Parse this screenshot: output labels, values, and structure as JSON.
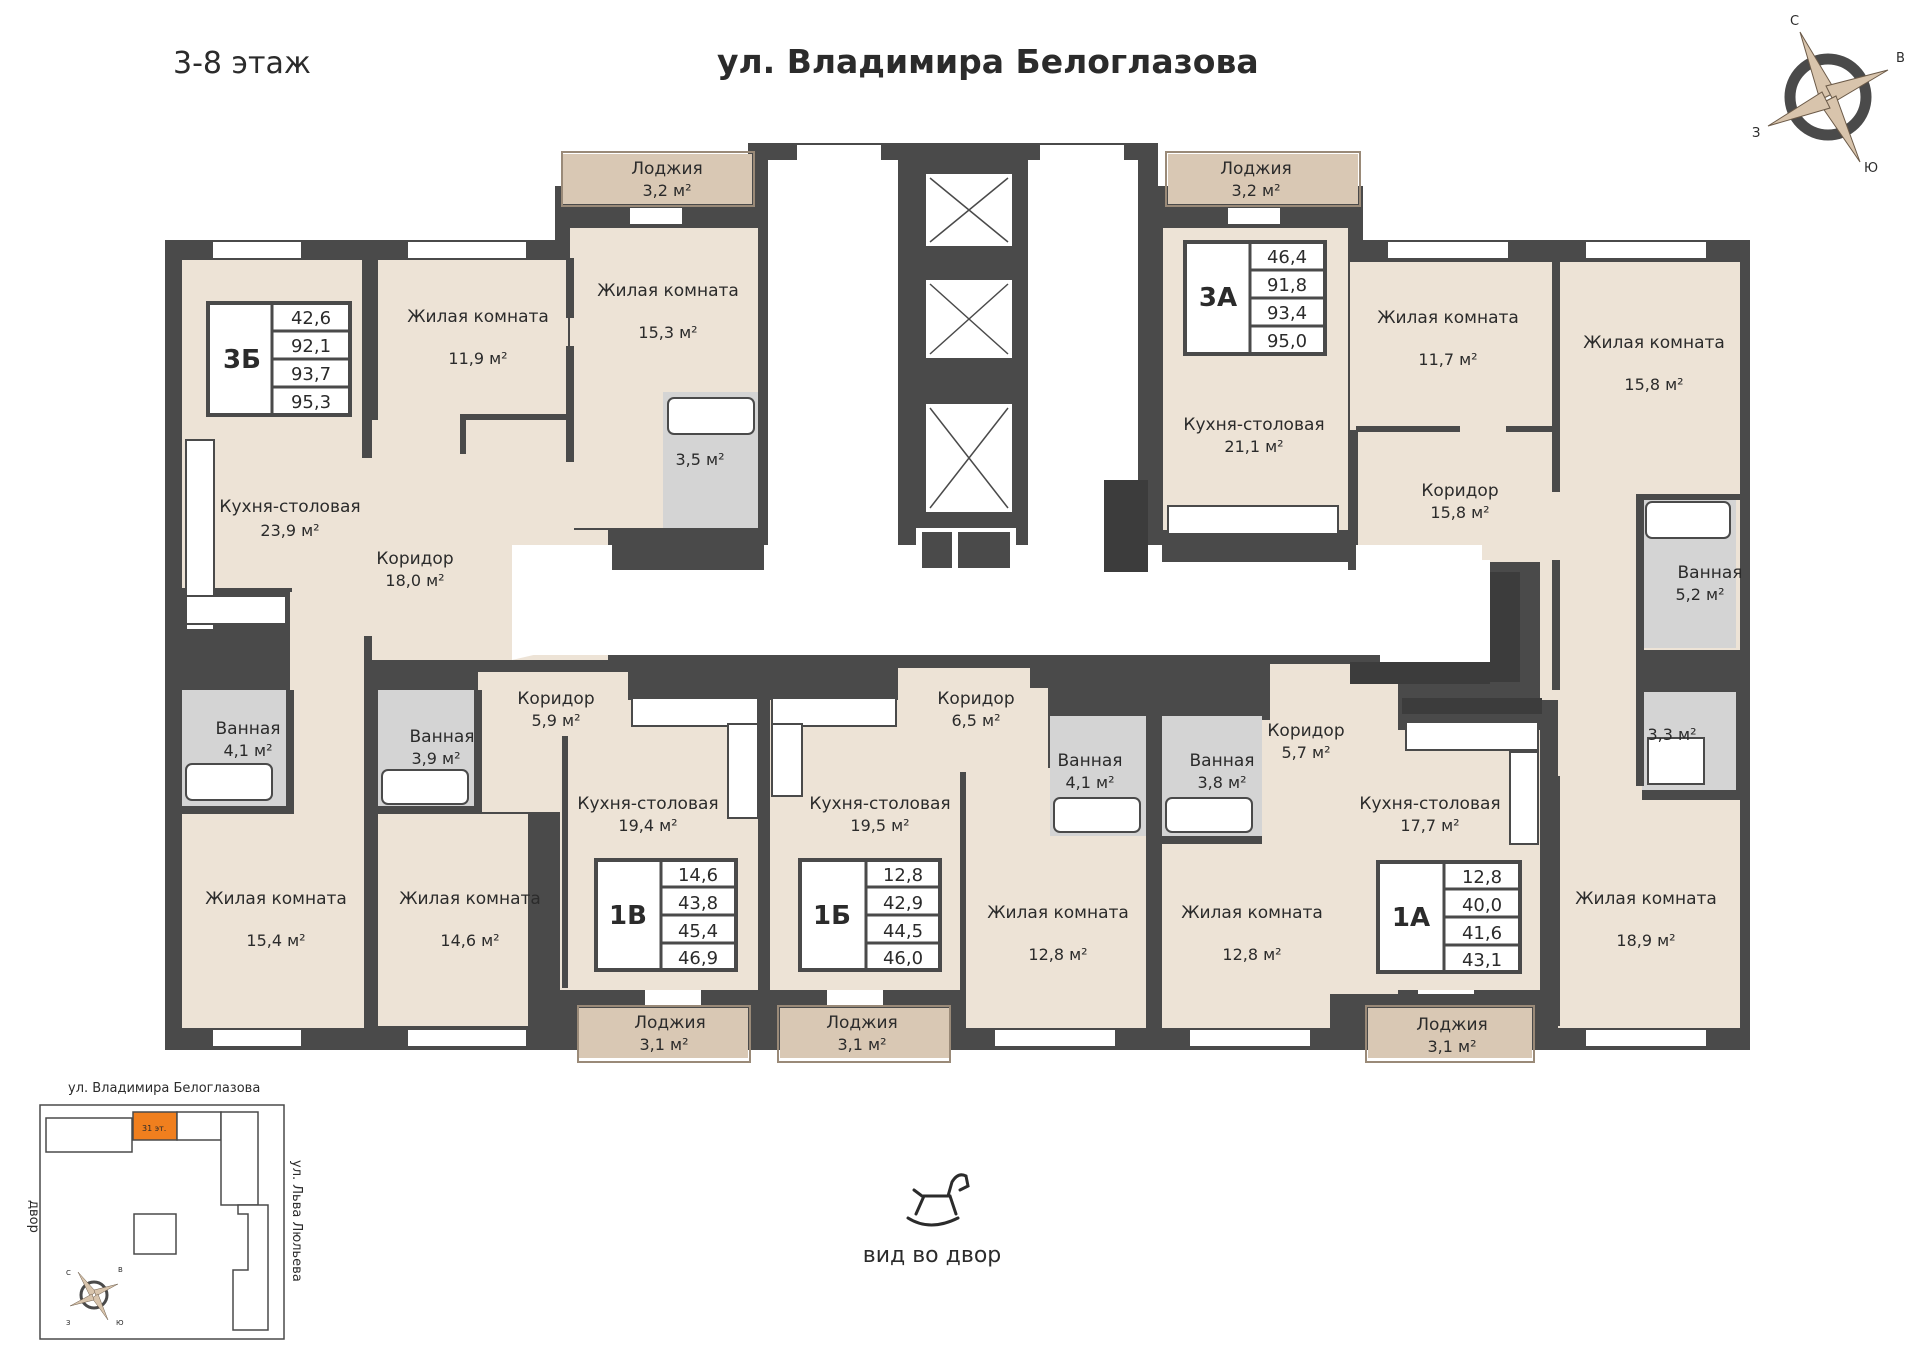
{
  "floor_label": "3-8 этаж",
  "street_title": "ул. Владимира Белоглазова",
  "view_label": "вид во двор",
  "compass": {
    "n": "С",
    "e": "В",
    "s": "Ю",
    "w": "З"
  },
  "colors": {
    "room": "#ede3d6",
    "wall": "#4a4a4a",
    "wet": "#d4d4d4",
    "common": "#ffffff",
    "accent": "#f07f1e"
  },
  "rooms": {
    "r3b_living1": {
      "name": "Жилая комната",
      "area": "11,9 м²"
    },
    "r3b_living2": {
      "name": "Жилая комната",
      "area": "15,3 м²"
    },
    "r3b_loggia": {
      "name": "Лоджия",
      "area": "3,2 м²"
    },
    "r3b_bath_small": {
      "area": "3,5 м²"
    },
    "r3b_kitchen": {
      "name": "Кухня-столовая",
      "area": "23,9 м²"
    },
    "r3b_corridor": {
      "name": "Коридор",
      "area": "18,0 м²"
    },
    "r3b_bath": {
      "name": "Ванная",
      "area": "4,1 м²"
    },
    "r3b_living3": {
      "name": "Жилая комната",
      "area": "15,4 м²"
    },
    "r3a_loggia": {
      "name": "Лоджия",
      "area": "3,2 м²"
    },
    "r3a_kitchen": {
      "name": "Кухня-столовая",
      "area": "21,1 м²"
    },
    "r3a_living1": {
      "name": "Жилая комната",
      "area": "11,7 м²"
    },
    "r3a_living2": {
      "name": "Жилая комната",
      "area": "15,8 м²"
    },
    "r3a_corridor": {
      "name": "Коридор",
      "area": "15,8 м²"
    },
    "r3a_bath": {
      "name": "Ванная",
      "area": "5,2 м²"
    },
    "r3a_wc": {
      "area": "3,3 м²"
    },
    "r3a_living3": {
      "name": "Жилая комната",
      "area": "18,9 м²"
    },
    "r1v_bath": {
      "name": "Ванная",
      "area": "3,9 м²"
    },
    "r1v_corridor": {
      "name": "Коридор",
      "area": "5,9 м²"
    },
    "r1v_kitchen": {
      "name": "Кухня-столовая",
      "area": "19,4 м²"
    },
    "r1v_living": {
      "name": "Жилая комната",
      "area": "14,6 м²"
    },
    "r1v_loggia": {
      "name": "Лоджия",
      "area": "3,1 м²"
    },
    "r1b_kitchen": {
      "name": "Кухня-столовая",
      "area": "19,5 м²"
    },
    "r1b_corridor": {
      "name": "Коридор",
      "area": "6,5 м²"
    },
    "r1b_loggia": {
      "name": "Лоджия",
      "area": "3,1 м²"
    },
    "r1b_bath": {
      "name": "Ванная",
      "area": "4,1 м²"
    },
    "r1b_living": {
      "name": "Жилая комната",
      "area": "12,8 м²"
    },
    "r1a_bath": {
      "name": "Ванная",
      "area": "3,8 м²"
    },
    "r1a_corridor": {
      "name": "Коридор",
      "area": "5,7 м²"
    },
    "r1a_kitchen": {
      "name": "Кухня-столовая",
      "area": "17,7 м²"
    },
    "r1a_living": {
      "name": "Жилая комната",
      "area": "12,8 м²"
    },
    "r1a_loggia": {
      "name": "Лоджия",
      "area": "3,1 м²"
    }
  },
  "apartments": {
    "a3b": {
      "code": "3Б",
      "values": [
        "42,6",
        "92,1",
        "93,7",
        "95,3"
      ]
    },
    "a3a": {
      "code": "3А",
      "values": [
        "46,4",
        "91,8",
        "93,4",
        "95,0"
      ]
    },
    "a1v": {
      "code": "1В",
      "values": [
        "14,6",
        "43,8",
        "45,4",
        "46,9"
      ]
    },
    "a1b": {
      "code": "1Б",
      "values": [
        "12,8",
        "42,9",
        "44,5",
        "46,0"
      ]
    },
    "a1a": {
      "code": "1А",
      "values": [
        "12,8",
        "40,0",
        "41,6",
        "43,1"
      ]
    }
  },
  "minimap": {
    "top_street": "ул. Владимира Белоглазова",
    "right_street": "ул. Льва Люльева",
    "left_label": "двор",
    "highlight_label": "31 эт.",
    "compass": {
      "n": "С",
      "e": "В",
      "s": "Ю",
      "w": "З"
    }
  }
}
